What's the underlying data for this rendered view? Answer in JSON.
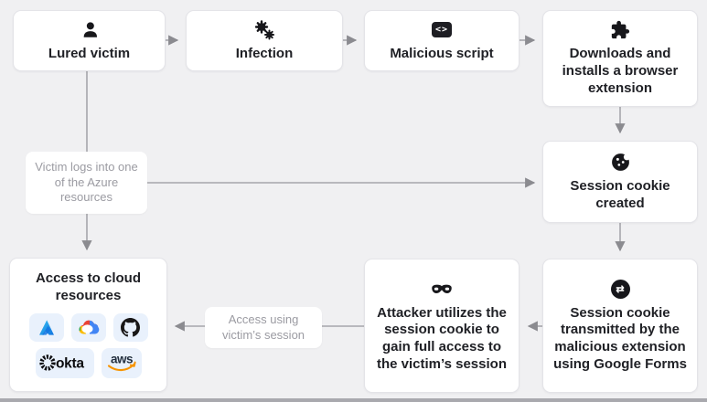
{
  "diagram": {
    "title_hint": "Session cookie theft attack flow",
    "colors": {
      "background": "#f0f0f2",
      "box_fill": "#ffffff",
      "box_border": "#e4e4e8",
      "text_dark": "#202126",
      "text_muted": "#9b9ba2",
      "line": "#a6a6ab",
      "arrowhead": "#8b8b90",
      "tile_fill": "#e9f1fc",
      "aws_orange": "#f79400",
      "okta_black": "#0b0b0e"
    },
    "nodes": {
      "lured_victim": {
        "label": "Lured victim",
        "icon": "person-icon"
      },
      "infection": {
        "label": "Infection",
        "icon": "virus-icon"
      },
      "malicious_script": {
        "label": "Malicious script",
        "icon": "code-icon"
      },
      "browser_extension": {
        "label": "Downloads and installs a browser extension",
        "icon": "puzzle-icon"
      },
      "session_cookie_created": {
        "label": "Session cookie created",
        "icon": "cookie-icon"
      },
      "session_cookie_transmitted": {
        "label": "Session cookie transmitted by the malicious extension using Google Forms",
        "icon": "cookie-transfer-icon"
      },
      "attacker_utilizes": {
        "label": "Attacker utilizes the session cookie to gain full access to the victim’s session",
        "icon": "mask-icon"
      },
      "access_cloud": {
        "label": "Access to cloud resources",
        "providers": [
          "Azure",
          "Google Cloud",
          "GitHub",
          "Okta",
          "AWS"
        ]
      }
    },
    "edge_labels": {
      "azure_login": "Victim logs into one of the Azure resources",
      "access_session": "Access using victim’s session"
    },
    "glyphs": {
      "code": "<>",
      "transfer": "⇄"
    },
    "wordmarks": {
      "okta": "okta",
      "aws": "aws"
    }
  }
}
